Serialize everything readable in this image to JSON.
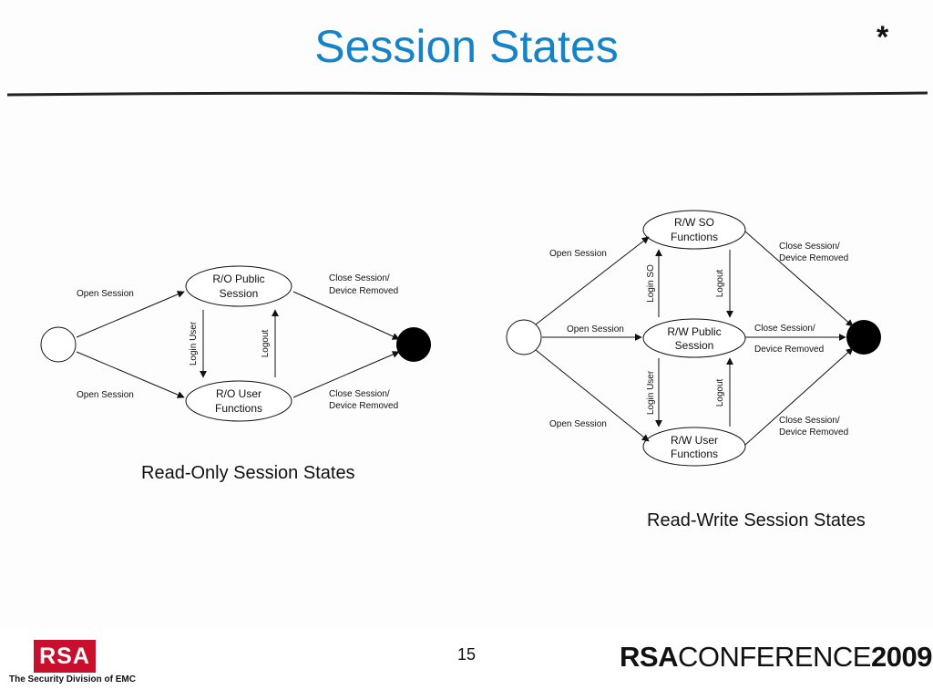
{
  "slide": {
    "title": "Session States",
    "star": "*",
    "page_number": "15"
  },
  "read_only": {
    "caption": "Read-Only Session States",
    "states": {
      "public_line1": "R/O Public",
      "public_line2": "Session",
      "user_line1": "R/O User",
      "user_line2": "Functions"
    },
    "labels": {
      "open_session_top": "Open Session",
      "open_session_bottom": "Open Session",
      "close_top_line1": "Close Session/",
      "close_top_line2": "Device Removed",
      "close_bottom_line1": "Close Session/",
      "close_bottom_line2": "Device Removed",
      "login_user": "Login User",
      "logout": "Logout"
    }
  },
  "read_write": {
    "caption": "Read-Write Session States",
    "states": {
      "so_line1": "R/W SO",
      "so_line2": "Functions",
      "public_line1": "R/W Public",
      "public_line2": "Session",
      "user_line1": "R/W User",
      "user_line2": "Functions"
    },
    "labels": {
      "open_session_top": "Open Session",
      "open_session_mid": "Open Session",
      "open_session_bottom": "Open Session",
      "close_top_line1": "Close Session/",
      "close_top_line2": "Device Removed",
      "close_mid_line1": "Close Session/",
      "close_mid_line2": "Device Removed",
      "close_bottom_line1": "Close Session/",
      "close_bottom_line2": "Device Removed",
      "login_so": "Login SO",
      "logout_so": "Logout",
      "login_user": "Login User",
      "logout_user": "Logout"
    }
  },
  "footer": {
    "rsa_logo": "RSA",
    "rsa_tagline": "The Security Division of EMC",
    "conference_logo_rsa": "RSA",
    "conference_logo_word": "CONFERENCE",
    "conference_logo_year": "2009"
  },
  "colors": {
    "title": "#1583c7",
    "rsa_red": "#c8102e",
    "end_state": "#000000"
  }
}
